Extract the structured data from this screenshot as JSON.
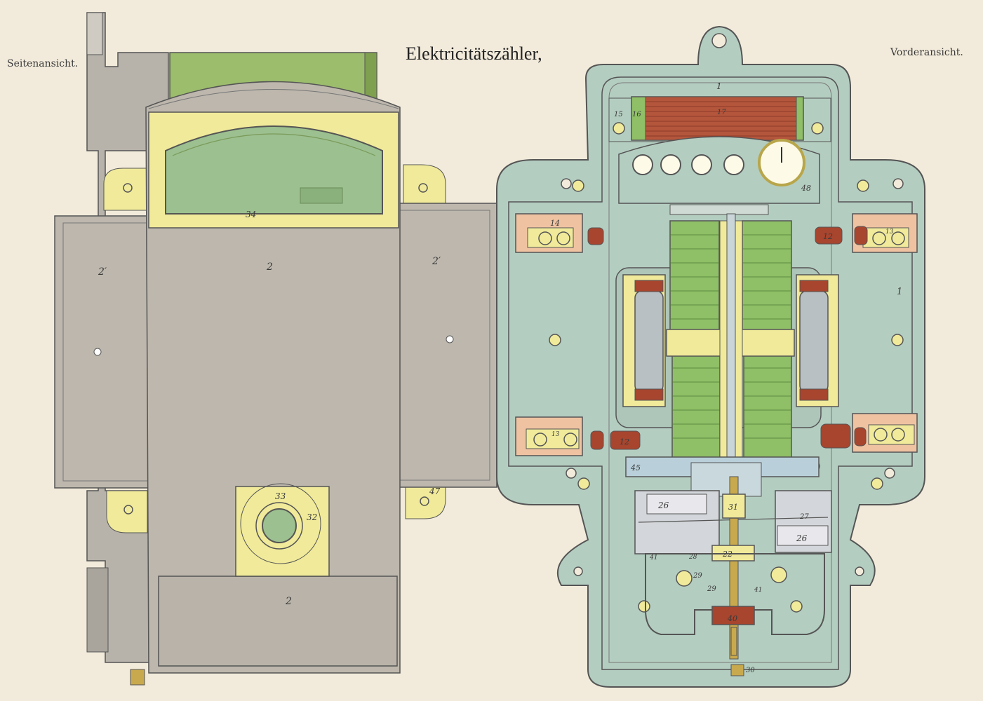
{
  "labels": {
    "side_view": "Seitenansicht.",
    "title": "Elektricitätszähler,",
    "front_view": "Vorderansicht."
  },
  "side_view_parts": {
    "p34": "34",
    "p2_top": "2",
    "p2_left": "2′",
    "p2_right": "2′",
    "p33": "33",
    "p32": "32",
    "p2_bottom": "2",
    "p47": "47"
  },
  "front_view_parts": {
    "p1_top": "1",
    "p15": "15",
    "p16": "16",
    "p17": "17",
    "p48": "48",
    "p14": "14",
    "p12_tr": "12",
    "p13_tr": "13",
    "p1_right": "1",
    "p13_bl": "13",
    "p12_bl": "12",
    "p45": "45",
    "p26_l": "26",
    "p31": "31",
    "p27": "27",
    "p26_r": "26",
    "p41_l": "41",
    "p28": "28",
    "p22": "22",
    "p29_a": "29",
    "p29_b": "29",
    "p41_r": "41",
    "p40": "40",
    "p30": "30"
  },
  "colors": {
    "paper": "#f2ebdb",
    "housing_grey": "#bdb7ad",
    "cover_green": "#9cc08f",
    "plate_teal": "#b4cdc1",
    "coil_green": "#8fbf66",
    "brass_yellow": "#f0ea9a",
    "terminal_pink": "#efc3a2",
    "copper_red": "#a8452e"
  }
}
